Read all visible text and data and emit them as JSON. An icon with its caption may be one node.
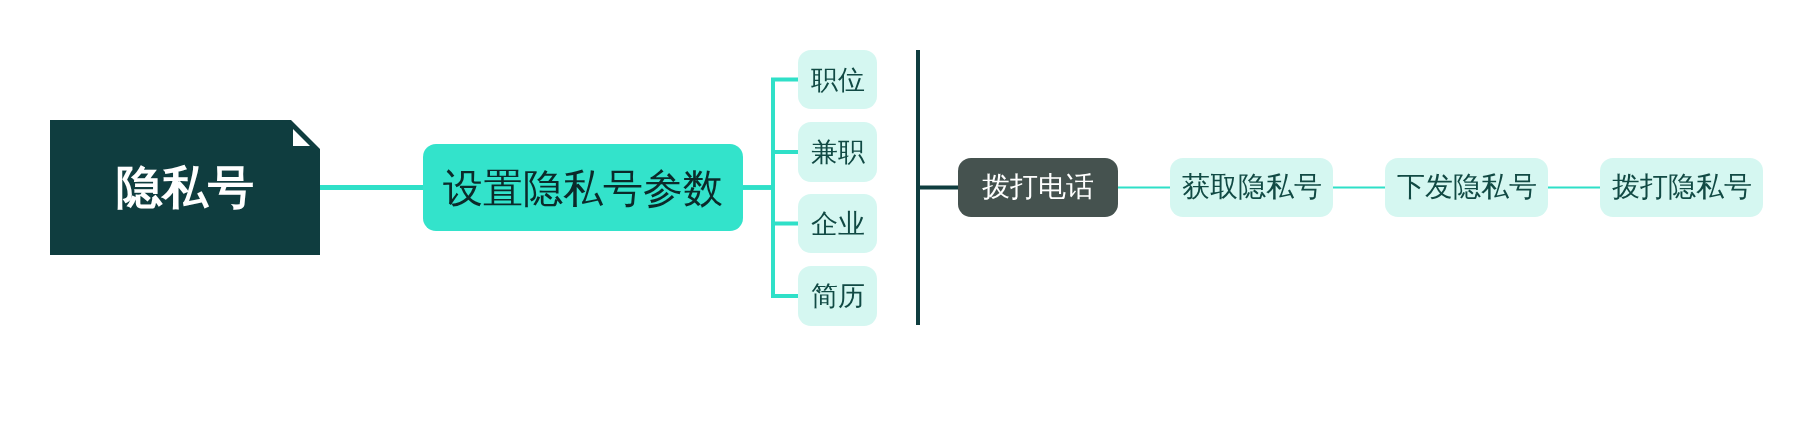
{
  "diagram": {
    "nodes": [
      {
        "text": [
          "隐私号"
        ]
      },
      {
        "text": [
          "设置隐私号参数"
        ]
      },
      {
        "text": [
          "职位"
        ]
      },
      {
        "text": [
          "兼职"
        ]
      },
      {
        "text": [
          "企业"
        ]
      },
      {
        "text": [
          "简历"
        ]
      },
      {
        "text": [],
        "shape": "bar"
      },
      {
        "text": [
          "拨打电话"
        ]
      },
      {
        "text": [
          "获取隐私号"
        ]
      },
      {
        "text": [
          "下发隐私号"
        ]
      },
      {
        "text": [
          "拨打隐私号"
        ]
      }
    ],
    "edges": [
      {
        "from": 0,
        "to": 1,
        "arrow": "none"
      },
      {
        "from": 1,
        "to": 2,
        "arrow": "none"
      },
      {
        "from": 1,
        "to": 3,
        "arrow": "none"
      },
      {
        "from": 1,
        "to": 4,
        "arrow": "none"
      },
      {
        "from": 1,
        "to": 5,
        "arrow": "none"
      },
      {
        "from": 6,
        "to": 7,
        "arrow": "none",
        "color": "#0f3d3f"
      },
      {
        "from": 7,
        "to": 8,
        "arrow": "none"
      },
      {
        "from": 8,
        "to": 9,
        "arrow": "none"
      },
      {
        "from": 9,
        "to": 10,
        "arrow": "none"
      }
    ]
  }
}
